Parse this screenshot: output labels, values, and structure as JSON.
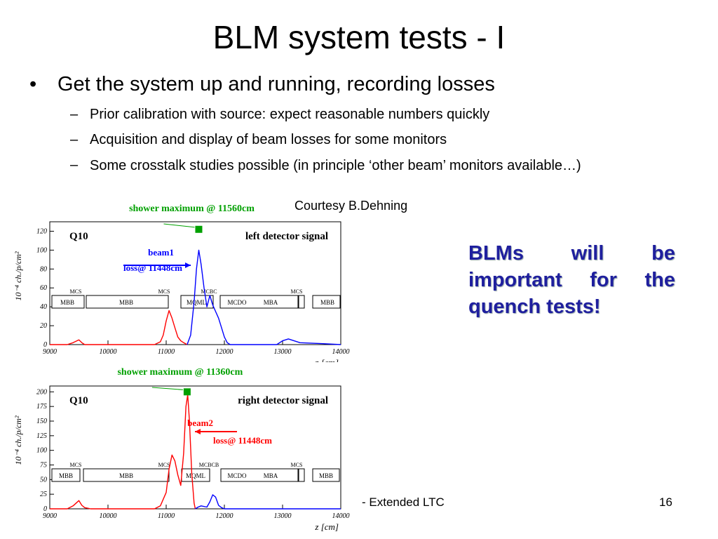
{
  "slide": {
    "title": "BLM system tests - I",
    "bullet": "Get the system up and running, recording losses",
    "subs": [
      "Prior calibration with source: expect reasonable numbers quickly",
      "Acquisition and display of beam losses for some monitors",
      "Some crosstalk studies possible (in principle ‘other beam’ monitors available…)"
    ],
    "courtesy": "Courtesy B.Dehning",
    "callout": "BLMs will be important for the quench tests!",
    "footer_left": "- Extended LTC",
    "page_number": "16"
  },
  "chart_data": [
    {
      "type": "line",
      "panel_label": "Q10",
      "title": "left detector signal",
      "top_annotation": "shower maximum @ 11560cm",
      "beam_label": "beam1",
      "loss_label": "loss@ 11448cm",
      "ylabel": "10⁻⁴ ch./p/cm²",
      "xlabel": "z [cm]",
      "xlim": [
        9000,
        14000
      ],
      "ylim": [
        0,
        130
      ],
      "xticks": [
        9000,
        10000,
        11000,
        12000,
        13000,
        14000
      ],
      "yticks": [
        0,
        20,
        40,
        60,
        80,
        100,
        120
      ],
      "magnets": [
        "MBB",
        "MBB",
        "MQML",
        "MCDO",
        "MBA",
        "MBB"
      ],
      "magnet_labels_top": [
        "MCS",
        "MCS",
        "MCBC",
        "MCS"
      ],
      "marker": {
        "z": 11560,
        "y": 122
      },
      "series": [
        {
          "color": "#ff0000",
          "x": [
            9000,
            9300,
            9400,
            9500,
            9550,
            9600,
            9700,
            9900,
            10000,
            10500,
            10800,
            10900,
            10950,
            11000,
            11050,
            11100,
            11150,
            11200,
            11250,
            11300,
            11360
          ],
          "y": [
            0,
            0,
            2,
            5,
            2,
            0,
            0,
            0,
            0,
            0,
            0,
            3,
            10,
            25,
            36,
            28,
            18,
            8,
            4,
            2,
            0
          ]
        },
        {
          "color": "#0000ff",
          "x": [
            11360,
            11420,
            11480,
            11520,
            11560,
            11600,
            11650,
            11700,
            11750,
            11800,
            11850,
            11900,
            11950,
            12000,
            12050,
            12100,
            12200,
            12500,
            12900,
            13000,
            13100,
            13300,
            13700,
            14000
          ],
          "y": [
            0,
            10,
            45,
            80,
            100,
            85,
            60,
            40,
            52,
            42,
            35,
            28,
            18,
            8,
            2,
            0,
            0,
            0,
            0,
            4,
            6,
            2,
            1,
            0
          ]
        }
      ]
    },
    {
      "type": "line",
      "panel_label": "Q10",
      "title": "right detector signal",
      "top_annotation": "shower maximum @ 11360cm",
      "beam_label": "beam2",
      "loss_label": "loss@ 11448cm",
      "ylabel": "10⁻⁴ ch./p/cm²",
      "xlabel": "z [cm]",
      "xlim": [
        9000,
        14000
      ],
      "ylim": [
        0,
        210
      ],
      "xticks": [
        9000,
        10000,
        11000,
        12000,
        13000,
        14000
      ],
      "yticks": [
        0,
        25,
        50,
        75,
        100,
        125,
        150,
        175,
        200
      ],
      "magnets": [
        "MBB",
        "MBB",
        "MQML",
        "MCDO",
        "MBA",
        "MBB"
      ],
      "magnet_labels_top": [
        "MCS",
        "MCS",
        "MCBCB",
        "MCS"
      ],
      "marker": {
        "z": 11360,
        "y": 200
      },
      "series": [
        {
          "color": "#ff0000",
          "x": [
            9000,
            9300,
            9400,
            9500,
            9550,
            9600,
            9700,
            9900,
            10000,
            10500,
            10800,
            10900,
            11000,
            11050,
            11100,
            11150,
            11200,
            11250,
            11300,
            11340,
            11370,
            11400,
            11440,
            11480,
            11500
          ],
          "y": [
            0,
            0,
            5,
            14,
            6,
            2,
            0,
            0,
            0,
            0,
            0,
            5,
            28,
            68,
            92,
            82,
            58,
            40,
            95,
            175,
            195,
            150,
            60,
            10,
            0
          ]
        },
        {
          "color": "#0000ff",
          "x": [
            11500,
            11550,
            11600,
            11700,
            11750,
            11800,
            11850,
            11900,
            11950,
            12000,
            12500,
            13000,
            14000
          ],
          "y": [
            0,
            3,
            5,
            3,
            12,
            24,
            20,
            6,
            2,
            0,
            0,
            0,
            0
          ]
        }
      ]
    }
  ]
}
